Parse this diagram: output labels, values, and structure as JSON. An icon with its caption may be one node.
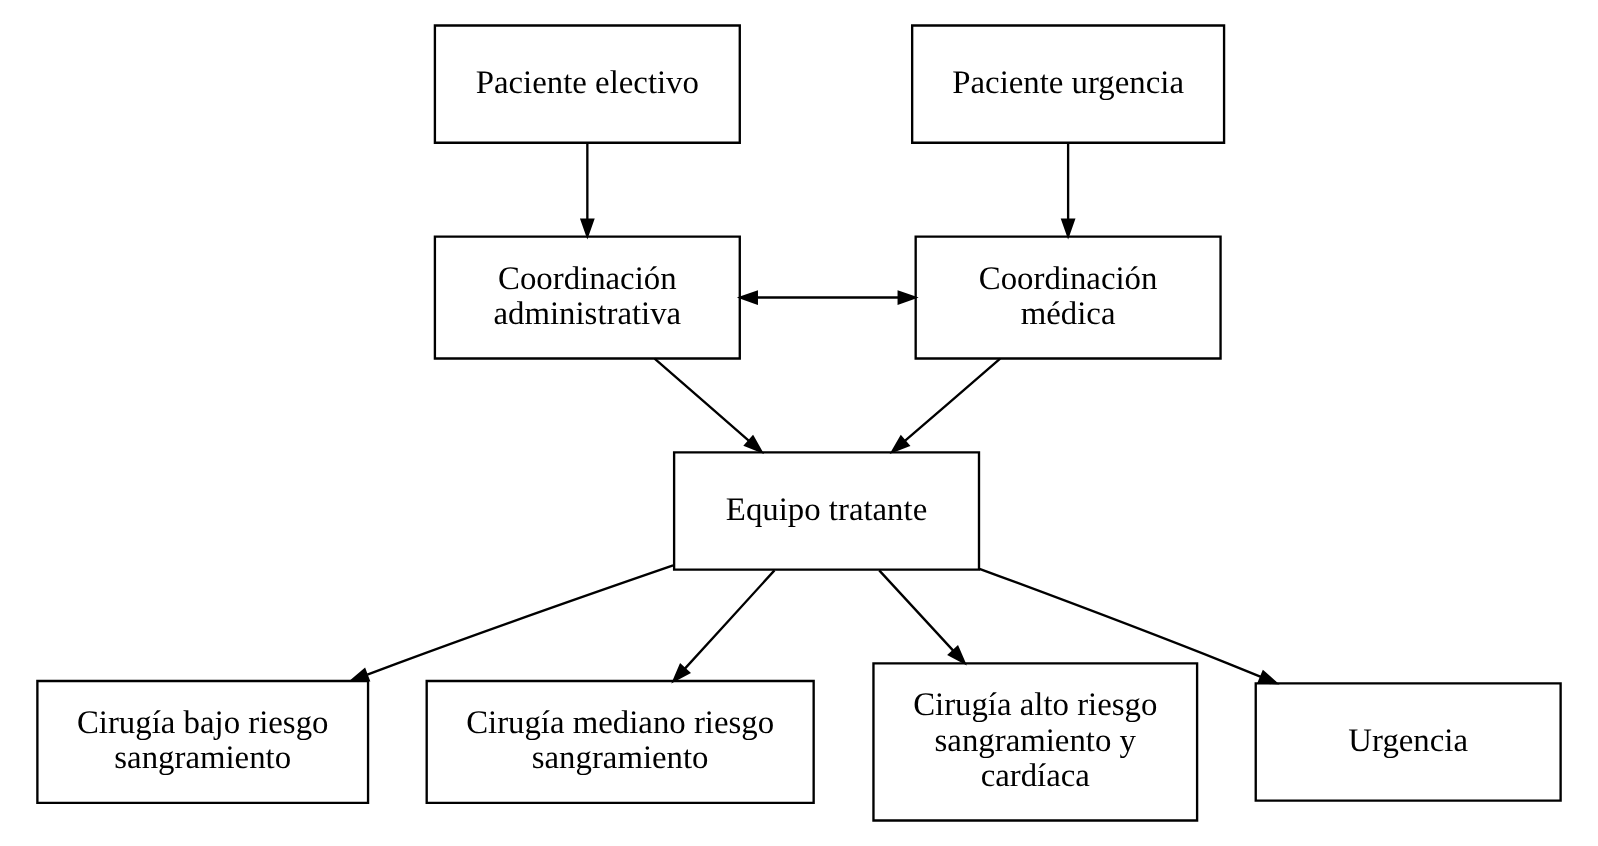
{
  "diagram": {
    "nodes": [
      {
        "text": [
          "Paciente electivo"
        ]
      },
      {
        "text": [
          "Paciente urgencia"
        ]
      },
      {
        "text": [
          "Coordinación administrativa"
        ]
      },
      {
        "text": [
          "Coordinación médica"
        ]
      },
      {
        "text": [
          "Equipo tratante"
        ]
      },
      {
        "text": [
          "Cirugía bajo riesgo sangramiento"
        ]
      },
      {
        "text": [
          "Cirugía mediano riesgo sangramiento"
        ]
      },
      {
        "text": [
          "Cirugía alto riesgo sangramiento y cardíaca"
        ]
      },
      {
        "text": [
          "Urgencia"
        ]
      }
    ],
    "edges": [
      {
        "from": 0,
        "to": 2,
        "arrow": "to"
      },
      {
        "from": 1,
        "to": 3,
        "arrow": "to"
      },
      {
        "from": 2,
        "to": 3,
        "arrow": "both"
      },
      {
        "from": 2,
        "to": 4,
        "arrow": "to"
      },
      {
        "from": 3,
        "to": 4,
        "arrow": "to"
      },
      {
        "from": 4,
        "to": 5,
        "arrow": "to"
      },
      {
        "from": 4,
        "to": 6,
        "arrow": "to"
      },
      {
        "from": 4,
        "to": 7,
        "arrow": "to"
      },
      {
        "from": 4,
        "to": 8,
        "arrow": "to"
      }
    ]
  }
}
